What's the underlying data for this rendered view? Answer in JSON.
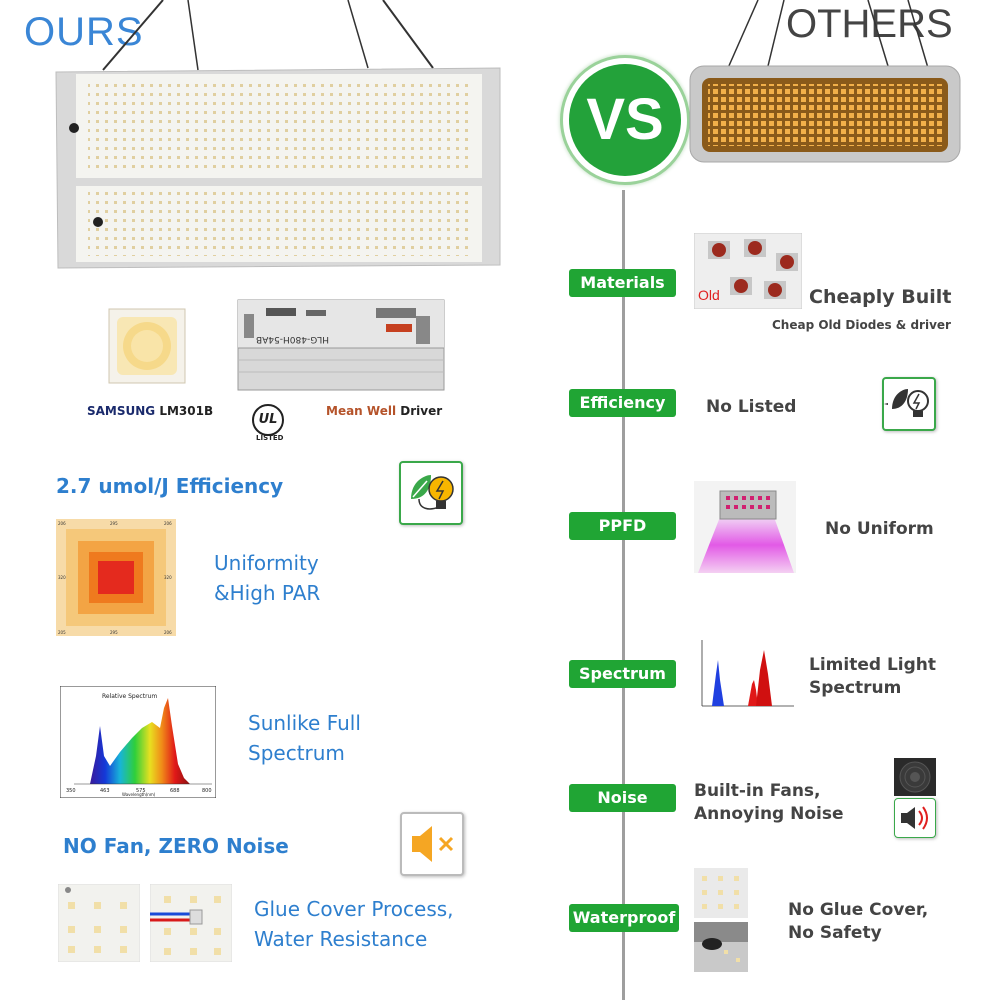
{
  "headers": {
    "ours": "OURS",
    "others": "OTHERS",
    "vs": "VS"
  },
  "ours": {
    "led_brand": "SAMSUNG",
    "led_model": "LM301B",
    "driver_brand": "Mean Well",
    "driver_word": "Driver",
    "ul_mark": "UL",
    "ul_listed": "LISTED",
    "driver_model": "HLG-480H-54AB",
    "efficiency": "2.7 umol/J Efficiency",
    "uniformity_line1": "Uniformity",
    "uniformity_line2": "&High PAR",
    "spectrum_line1": "Sunlike Full",
    "spectrum_line2": "Spectrum",
    "spectrum_chart_title": "Relative Spectrum",
    "spectrum_chart_xlabel": "Wavelength(nm)",
    "spectrum_ticks": [
      "350",
      "463",
      "575",
      "688",
      "800"
    ],
    "noise": "NO Fan, ZERO Noise",
    "glue_line1": "Glue Cover Process,",
    "glue_line2": "Water Resistance"
  },
  "categories": [
    "Materials",
    "Efficiency",
    "PPFD",
    "Spectrum",
    "Noise",
    "Waterproof"
  ],
  "others": {
    "old_label": "Old",
    "materials": "Cheaply Built",
    "materials_sub": "Cheap Old Diodes & driver",
    "efficiency": "No Listed",
    "ppfd": "No Uniform",
    "spectrum_line1": "Limited Light",
    "spectrum_line2": "Spectrum",
    "noise_line1": "Built-in Fans,",
    "noise_line2": "Annoying Noise",
    "waterproof_line1": "No Glue Cover,",
    "waterproof_line2": "No Safety"
  },
  "colors": {
    "green": "#20a534",
    "blue_text": "#2e7fce",
    "gray_text": "#444444",
    "brand_orange": "#b5532a",
    "navy": "#1a2a6c"
  }
}
